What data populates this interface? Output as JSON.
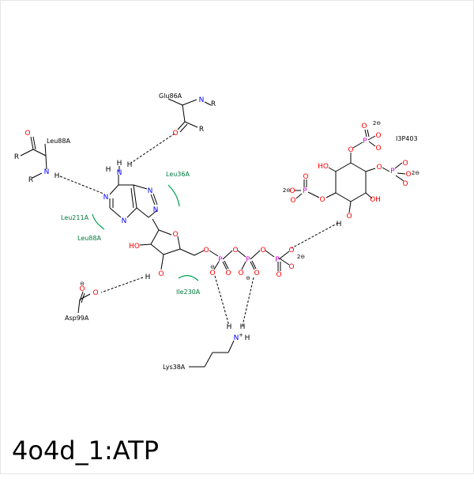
{
  "title": "4o4d_1:ATP",
  "colors": {
    "bond": "#000000",
    "oxygen": "#ff0000",
    "nitrogen": "#0000ff",
    "phosphorus": "#cc00cc",
    "hydrophobic": "#00a050",
    "hbond": "#000000"
  },
  "residue_labels": {
    "glu86": "Glu86A",
    "leu88_top": "Leu88A",
    "leu36": "Leu36A",
    "leu211": "Leu211A",
    "leu88_bottom": "Leu88A",
    "ile230": "Ile230A",
    "asp99": "Asp99A",
    "lys38": "Lys38A",
    "i3p": "I3P403"
  },
  "atoms": {
    "N": "N",
    "O": "O",
    "P": "P",
    "H": "H",
    "R": "R",
    "HO": "HO",
    "OH": "OH"
  },
  "charges": {
    "minus": "⊖",
    "two_minus": "2⊖",
    "plus": "+"
  }
}
